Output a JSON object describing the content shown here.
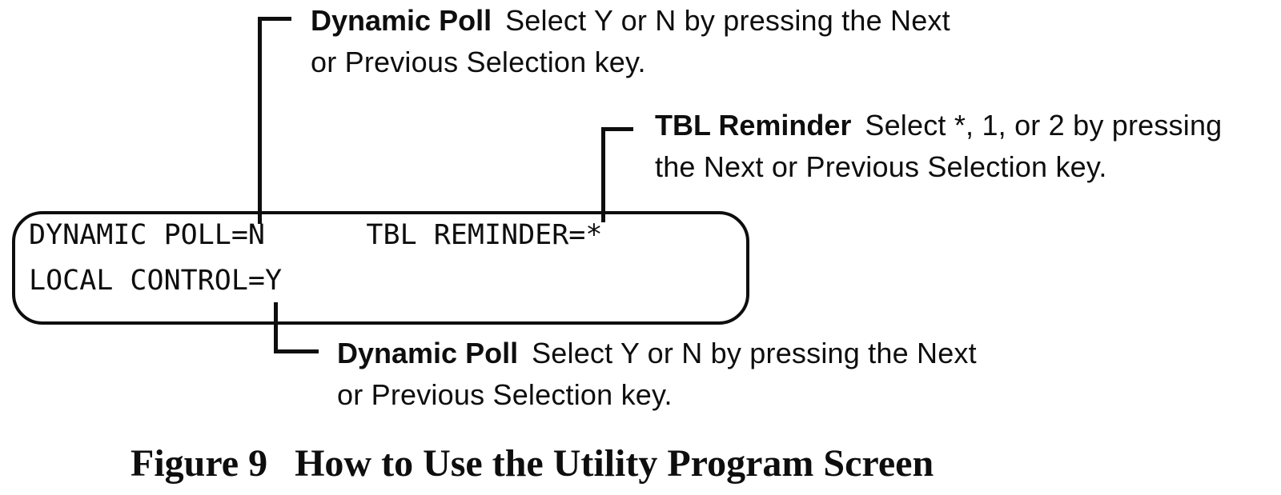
{
  "colors": {
    "ink": "#0e0e0e",
    "background": "#ffffff"
  },
  "screen": {
    "line1": "DYNAMIC POLL=N      TBL REMINDER=*",
    "line2": "LOCAL CONTROL=Y"
  },
  "callouts": {
    "top": {
      "term": "Dynamic Poll",
      "line1": "Select Y or N by pressing the Next",
      "line2": "or Previous Selection key."
    },
    "right": {
      "term": "TBL Reminder",
      "line1": "Select *, 1, or 2 by pressing",
      "line2": "the Next or Previous Selection key."
    },
    "bottom": {
      "term": "Dynamic Poll",
      "line1": "Select Y or N by pressing the Next",
      "line2": "or Previous Selection key."
    }
  },
  "caption": {
    "label": "Figure 9",
    "title": "How to Use the Utility Program Screen"
  }
}
